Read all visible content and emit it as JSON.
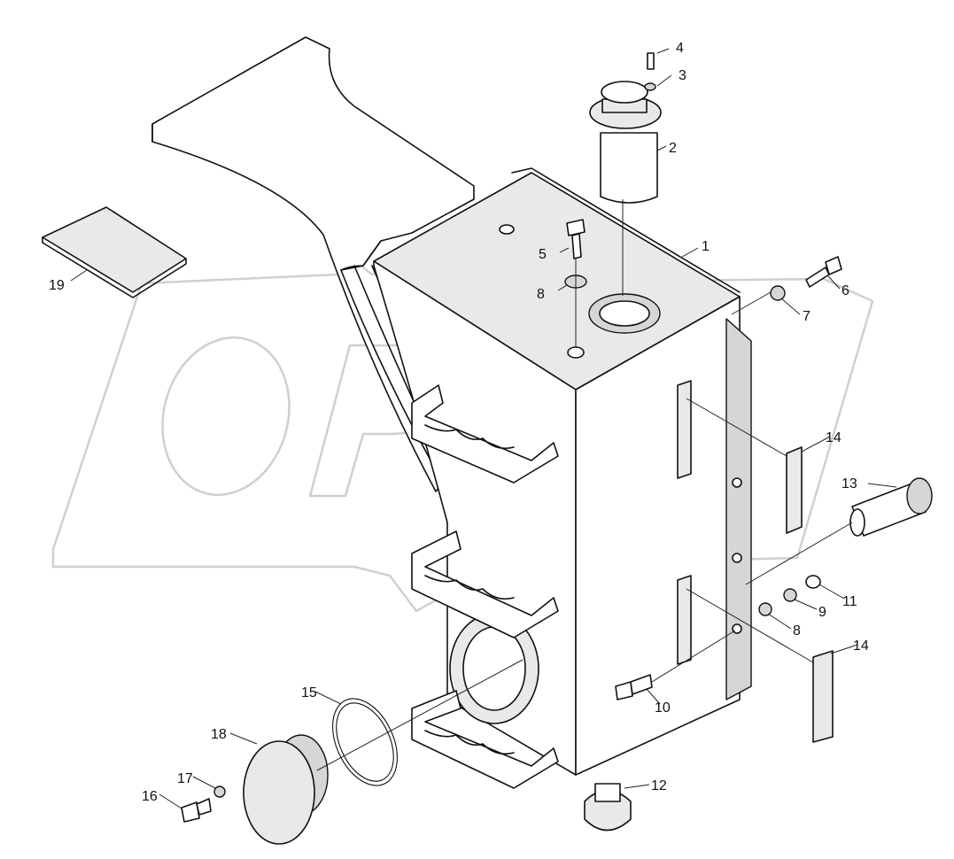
{
  "diagram": {
    "callouts": [
      {
        "id": "c1",
        "label": "1"
      },
      {
        "id": "c2",
        "label": "2"
      },
      {
        "id": "c3",
        "label": "3"
      },
      {
        "id": "c4",
        "label": "4"
      },
      {
        "id": "c5",
        "label": "5"
      },
      {
        "id": "c6",
        "label": "6"
      },
      {
        "id": "c7",
        "label": "7"
      },
      {
        "id": "c8a",
        "label": "8"
      },
      {
        "id": "c8b",
        "label": "8"
      },
      {
        "id": "c9",
        "label": "9"
      },
      {
        "id": "c10",
        "label": "10"
      },
      {
        "id": "c11",
        "label": "11"
      },
      {
        "id": "c12",
        "label": "12"
      },
      {
        "id": "c13",
        "label": "13"
      },
      {
        "id": "c14a",
        "label": "14"
      },
      {
        "id": "c14b",
        "label": "14"
      },
      {
        "id": "c15",
        "label": "15"
      },
      {
        "id": "c16",
        "label": "16"
      },
      {
        "id": "c17",
        "label": "17"
      },
      {
        "id": "c18",
        "label": "18"
      },
      {
        "id": "c19",
        "label": "19"
      }
    ],
    "watermark": "OPEX",
    "line_color": "#111111",
    "watermark_color": "#cfcfcf"
  }
}
